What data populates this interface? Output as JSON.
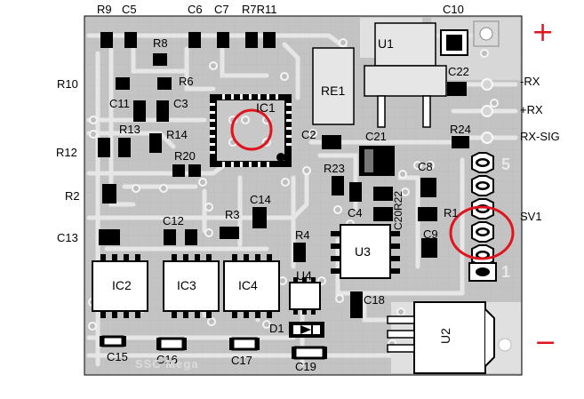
{
  "labels": {
    "R9": "R9",
    "C5": "C5",
    "C6": "C6",
    "C7": "C7",
    "R7R11": "R7R11",
    "C10": "C10",
    "R8": "R8",
    "R10": "R10",
    "R6": "R6",
    "C11": "C11",
    "C3": "C3",
    "C2": "C2",
    "R13": "R13",
    "R14": "R14",
    "R12": "R12",
    "R20": "R20",
    "R2": "R2",
    "C14": "C14",
    "R3": "R3",
    "C12": "C12",
    "C13": "C13",
    "R4": "R4",
    "R23": "R23",
    "C21": "C21",
    "C4": "C4",
    "C20R22": "C20R22",
    "C8": "C8",
    "R1": "R1",
    "C9": "C9",
    "R24": "R24",
    "C22": "C22",
    "C18": "C18",
    "D1": "D1",
    "C15": "C15",
    "C16": "C16",
    "C17": "C17",
    "C19": "C19"
  },
  "components": {
    "U1": "U1",
    "RE1": "RE1",
    "IC1": "IC1",
    "IC2": "IC2",
    "IC3": "IC3",
    "IC4": "IC4",
    "U3": "U3",
    "U4": "U4",
    "U2": "U2"
  },
  "connector": {
    "minus_rx": "-RX",
    "plus_rx": "+RX",
    "rx_sig": "RX-SIG",
    "sv1": "SV1",
    "pin5": "5",
    "pin1": "1"
  },
  "polarity": {
    "plus": "+",
    "minus": "−"
  },
  "silkscreen": {
    "brand": "SSC Mega"
  },
  "highlight_color": "#e0141e"
}
